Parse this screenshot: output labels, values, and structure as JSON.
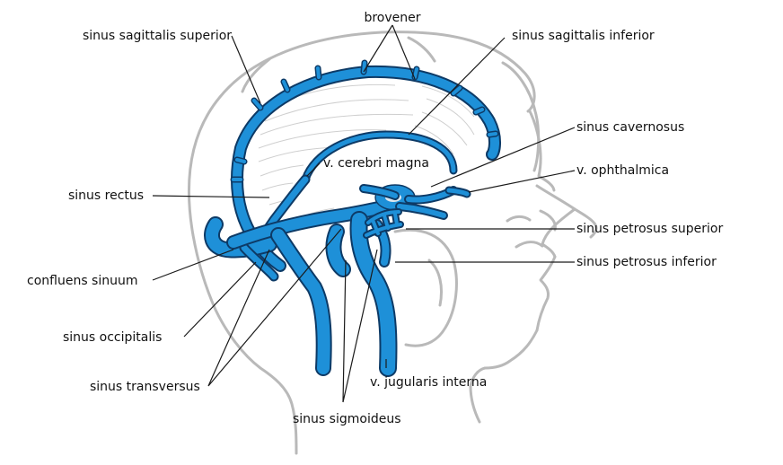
{
  "colors": {
    "vein": "#1e90d8",
    "vein_outline": "#0d3a66",
    "head_outline": "#b9b9b9",
    "label_text": "#111111"
  },
  "labels": {
    "brovener": "brovener",
    "sinus_sagittalis_superior": "sinus sagittalis superior",
    "sinus_sagittalis_inferior": "sinus sagittalis inferior",
    "sinus_cavernosus": "sinus cavernosus",
    "v_cerebri_magna": "v. cerebri magna",
    "v_ophthalmica": "v. ophthalmica",
    "sinus_rectus": "sinus rectus",
    "sinus_petrosus_superior": "sinus petrosus superior",
    "sinus_petrosus_inferior": "sinus petrosus inferior",
    "confluens_sinuum": "confluens sinuum",
    "sinus_occipitalis": "sinus occipitalis",
    "sinus_transversus": "sinus transversus",
    "v_jugularis_interna": "v. jugularis interna",
    "sinus_sigmoideus": "sinus sigmoideus"
  }
}
